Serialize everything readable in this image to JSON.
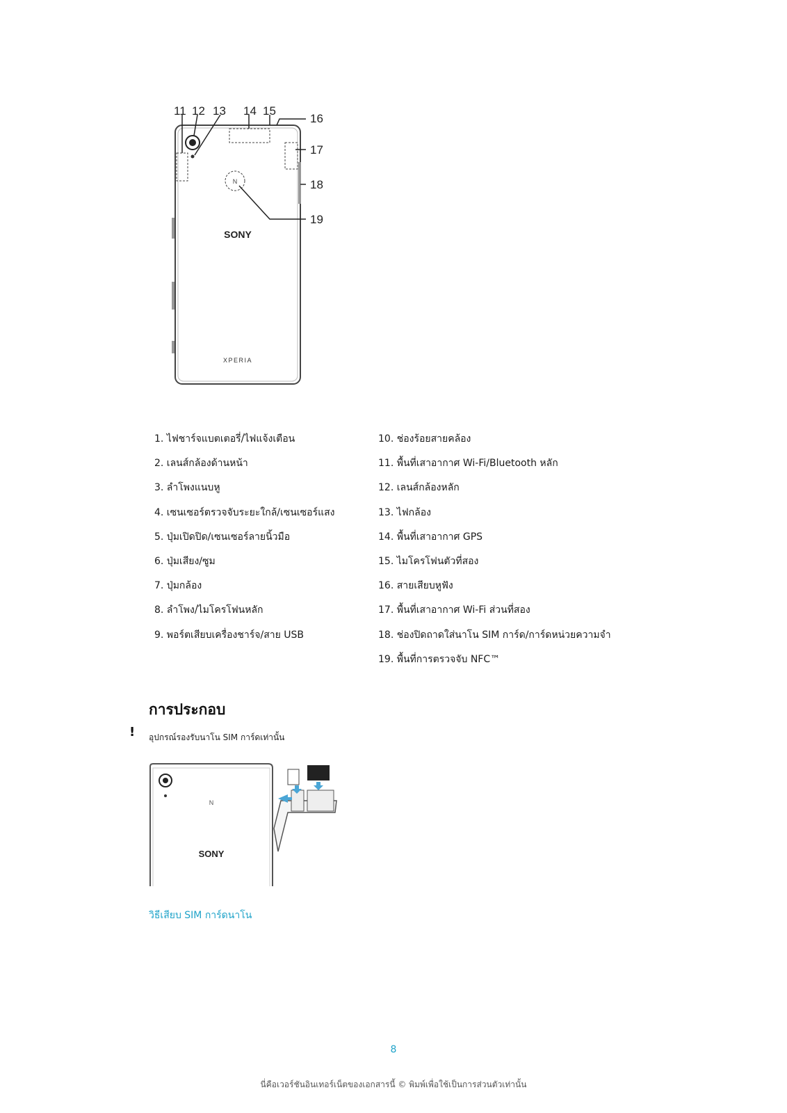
{
  "diagram": {
    "callouts": [
      "11",
      "12",
      "13",
      "14",
      "15",
      "16",
      "17",
      "18",
      "19"
    ],
    "logo_top": "SONY",
    "logo_bottom": "XPERIA"
  },
  "legend": {
    "left": [
      "1. ไฟชาร์จแบตเตอรี่/ไฟแจ้งเตือน",
      "2. เลนส์กล้องด้านหน้า",
      "3. ลำโพงแนบหู",
      "4. เซนเซอร์ตรวจจับระยะใกล้/เซนเซอร์แสง",
      "5. ปุ่มเปิดปิด/เซนเซอร์ลายนิ้วมือ",
      "6. ปุ่มเสียง/ซูม",
      "7. ปุ่มกล้อง",
      "8. ลำโพง/ไมโครโฟนหลัก",
      "9. พอร์ตเสียบเครื่องชาร์จ/สาย USB"
    ],
    "right": [
      "10. ช่องร้อยสายคล้อง",
      "11. พื้นที่เสาอากาศ Wi-Fi/Bluetooth หลัก",
      "12. เลนส์กล้องหลัก",
      "13. ไฟกล้อง",
      "14. พื้นที่เสาอากาศ GPS",
      "15. ไมโครโฟนตัวที่สอง",
      "16. สายเสียบหูฟัง",
      "17. พื้นที่เสาอากาศ Wi-Fi ส่วนที่สอง",
      "18. ช่องปิดถาดใส่นาโน SIM การ์ด/การ์ดหน่วยความจำ",
      "19. พื้นที่การตรวจจับ NFC™"
    ]
  },
  "assembly": {
    "title": "การประกอบ",
    "note_mark": "!",
    "note": "อุปกรณ์รองรับนาโน SIM การ์ดเท่านั้น",
    "logo": "SONY",
    "link": "วิธีเสียบ SIM การ์ดนาโน"
  },
  "page_number": "8",
  "footer": "นี่คือเวอร์ชันอินเทอร์เน็ตของเอกสารนี้ © พิมพ์เพื่อใช้เป็นการส่วนตัวเท่านั้น"
}
